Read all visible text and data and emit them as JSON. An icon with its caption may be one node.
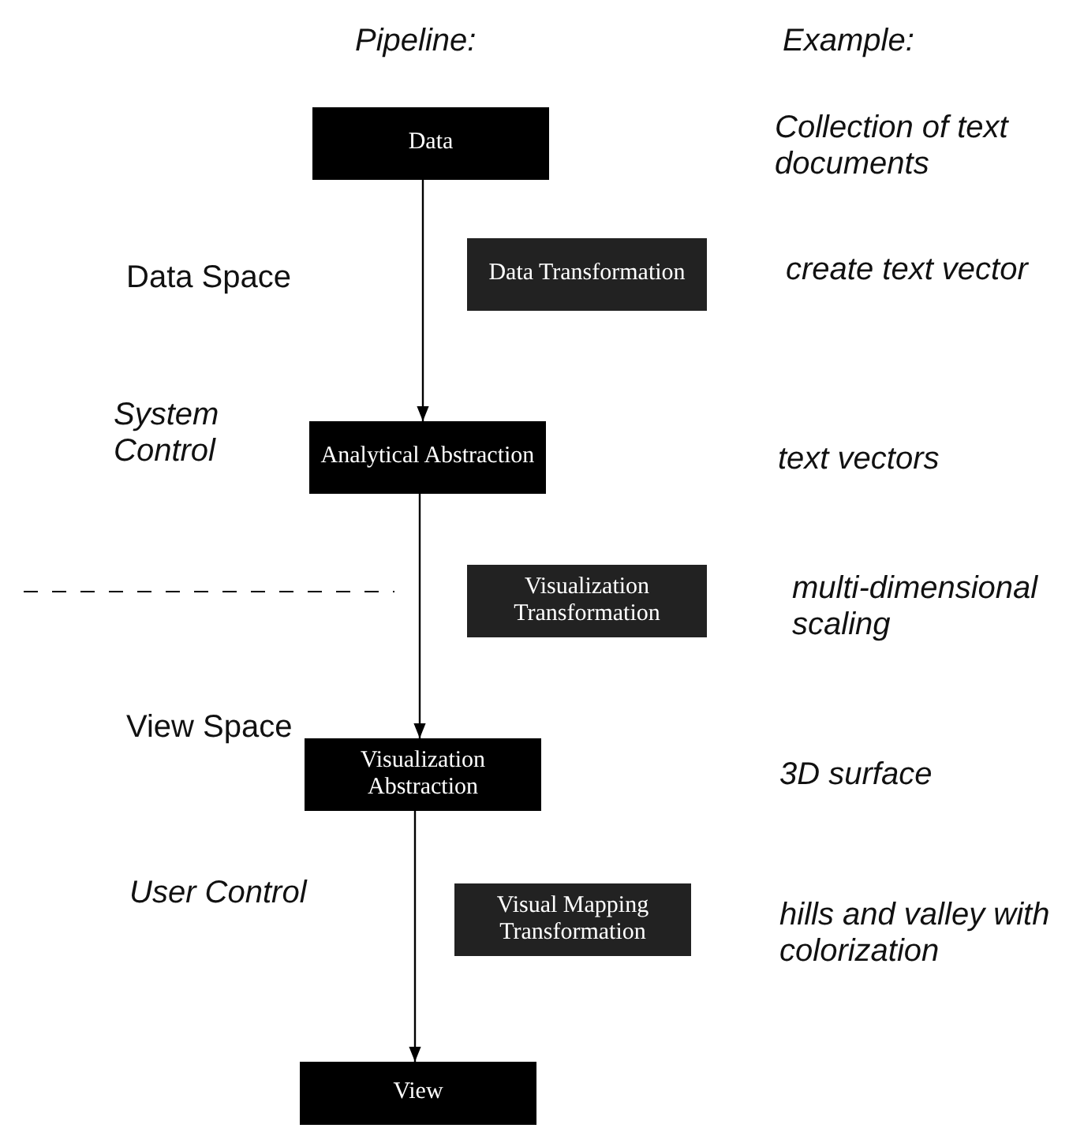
{
  "diagram": {
    "nodes": [
      {
        "text": [
          "Data"
        ]
      },
      {
        "text": [
          "Data Transformation"
        ]
      },
      {
        "text": [
          "Analytical Abstraction"
        ]
      },
      {
        "text": [
          "Visualization Transformation"
        ]
      },
      {
        "text": [
          "Visualization Abstraction"
        ]
      },
      {
        "text": [
          "Visual Mapping Transformation"
        ]
      },
      {
        "text": [
          "View"
        ]
      }
    ],
    "edges": [
      {
        "from": 0,
        "to": 2,
        "arrow": "to"
      },
      {
        "from": 2,
        "to": 4,
        "arrow": "to"
      },
      {
        "from": 4,
        "to": 6,
        "arrow": "to"
      }
    ],
    "labels": [
      "Pipeline:",
      "Example:",
      "Collection of text documents",
      "Data Space",
      "create text vector",
      "System Control",
      "text vectors",
      "multi-dimensional scaling",
      "View Space",
      "3D surface",
      "User Control",
      "hills and valley with colorization"
    ]
  }
}
